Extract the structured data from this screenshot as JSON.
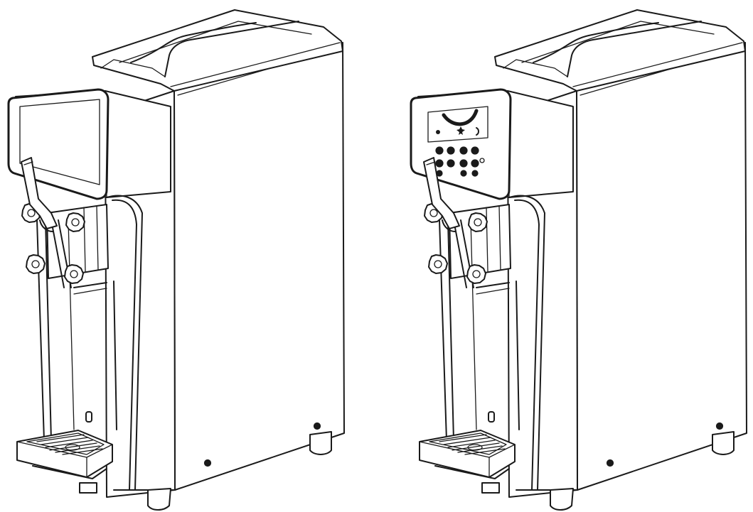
{
  "figure": {
    "machines": [
      {
        "name": "machine-touchscreen-variant",
        "panel": "touchscreen"
      },
      {
        "name": "machine-button-panel-variant",
        "panel": "button-panel"
      }
    ],
    "colors": {
      "line": "#1a1a1a",
      "background": "#ffffff"
    }
  }
}
